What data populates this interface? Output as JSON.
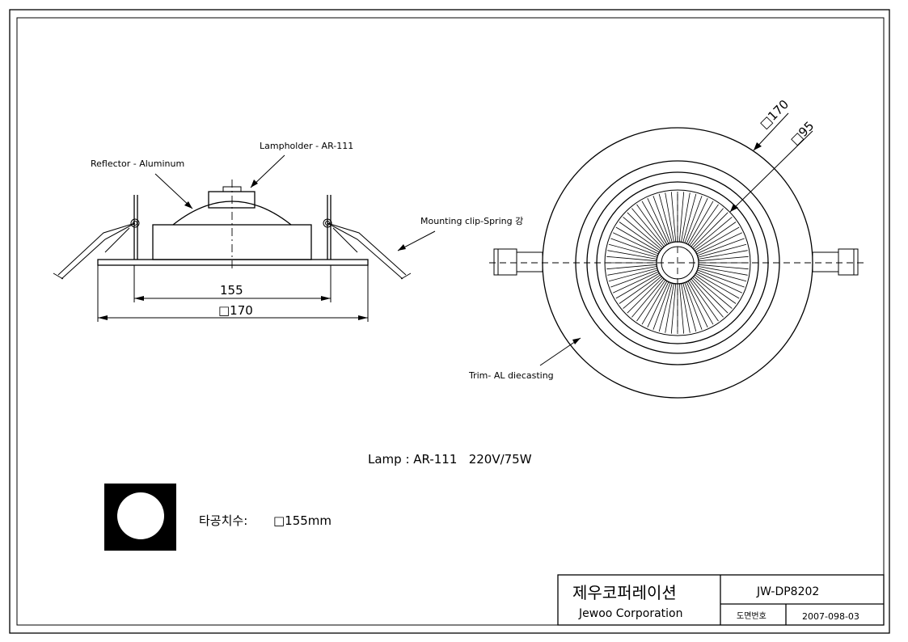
{
  "labels": {
    "lampholder": "Lampholder - AR-111",
    "reflector": "Reflector - Aluminum",
    "mounting_clip": "Mounting clip-Spring 강",
    "trim": "Trim- AL diecasting"
  },
  "dimensions": {
    "side_width": "155",
    "side_overall": "□170",
    "top_outer": "□170",
    "top_inner": "□95"
  },
  "lamp_spec": "Lamp : AR-111   220V/75W",
  "cutout": {
    "label": "타공치수:",
    "value": "□155mm"
  },
  "title_block": {
    "company_kr": "제우코퍼레이션",
    "company_en": "Jewoo Corporation",
    "drawing_number": "JW-DP8202",
    "drawing_number_label": "도면번호",
    "date_code": "2007-098-03"
  }
}
